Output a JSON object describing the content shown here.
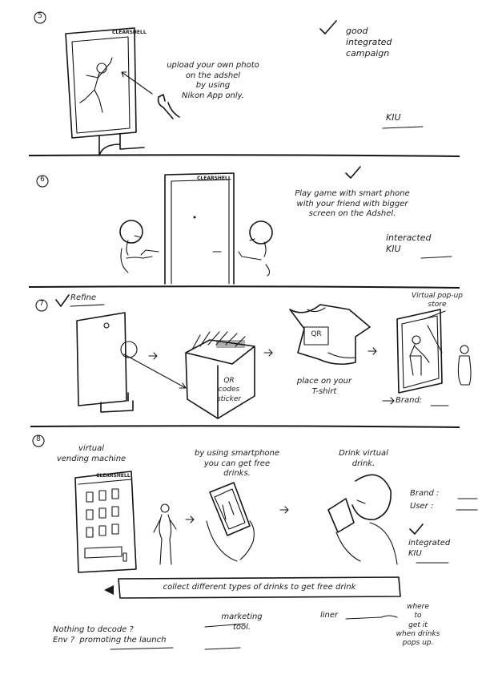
{
  "sections": [
    {
      "number": "5",
      "caption": "upload your own photo\non the adshel\nby using\nNikon App only.",
      "notes": [
        "good\nintegrated\ncampaign",
        "KIU"
      ],
      "sign_label": "CLEARSHELL"
    },
    {
      "number": "6",
      "caption": "Play game with smart phone\nwith your friend with bigger\nscreen on the Adshel.",
      "notes": [
        "interacted\nKIU"
      ],
      "door_label": "CLEARSHELL"
    },
    {
      "number": "7",
      "tag": "Refine",
      "box_label": "QR\ncodes\nsticker",
      "shirt_label": "QR",
      "caption_shirt": "place on your\nT-shirt",
      "caption_store": "Virtual pop-up\nstore",
      "brand": "Brand:"
    },
    {
      "number": "8",
      "caption_vending": "virtual\nvending machine",
      "machine_label": "CLEARSHELL",
      "caption_phone": "by using smartphone\nyou can get free\ndrinks.",
      "caption_drink": "Drink virtual\ndrink.",
      "notes": [
        "Brand :",
        "User :",
        "integrated\nKIU"
      ],
      "bottom_banner": "collect different types of drinks to get free drink",
      "footer_left": "Nothing to decode ?\nEnv ?  promoting the launch",
      "footer_tool": "marketing\ntool.",
      "footer_right_label": "liner",
      "footer_right_note": "where\nto\nget it\nwhen drinks\npops up."
    }
  ]
}
